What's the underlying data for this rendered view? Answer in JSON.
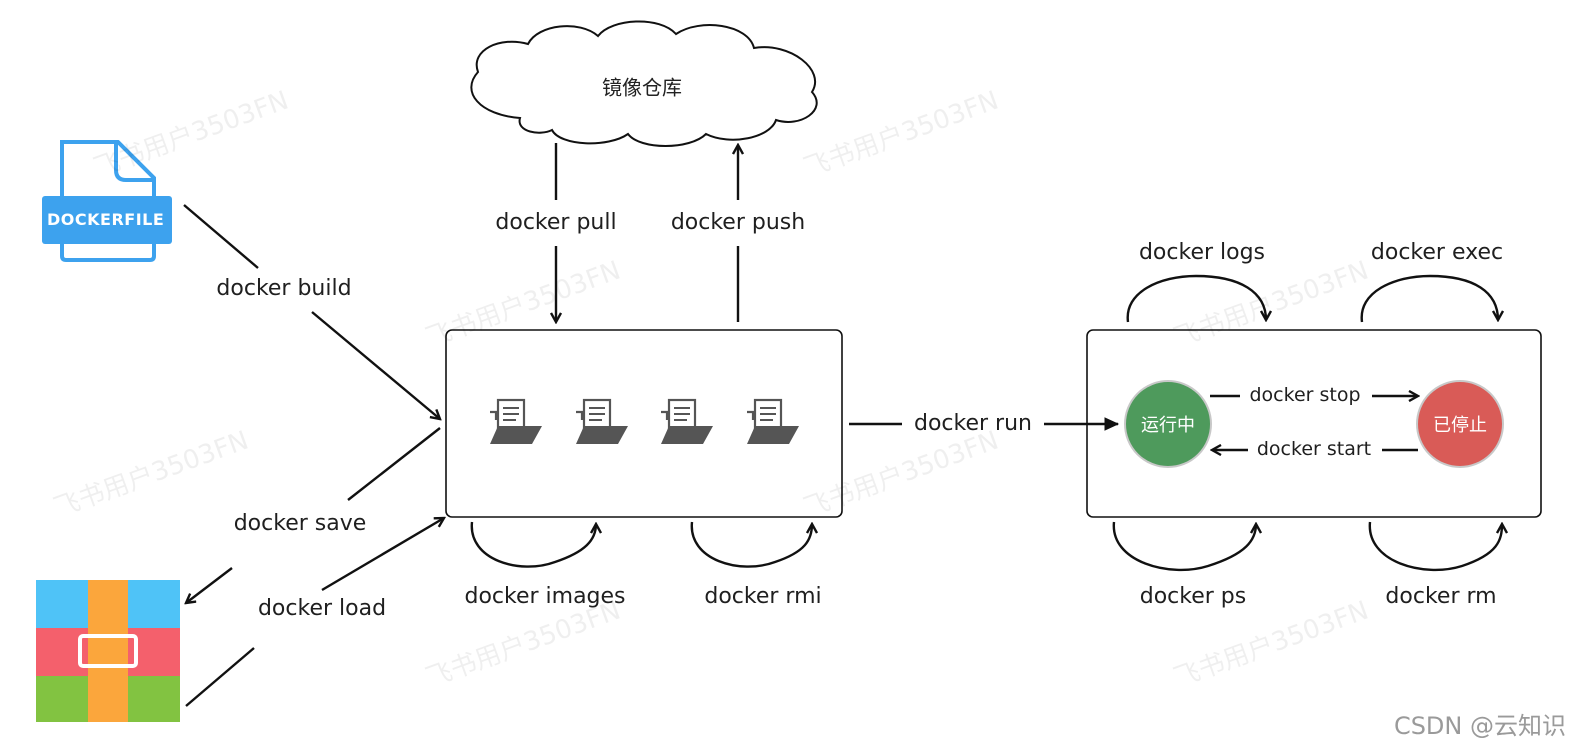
{
  "cloud": {
    "label": "镜像仓库"
  },
  "files": {
    "dockerfile_label": "DOCKERFILE"
  },
  "commands": {
    "build": "docker build",
    "pull": "docker pull",
    "push": "docker push",
    "save": "docker save",
    "load": "docker load",
    "images": "docker images",
    "rmi": "docker rmi",
    "run": "docker run",
    "logs": "docker logs",
    "exec": "docker exec",
    "ps": "docker ps",
    "rm": "docker rm",
    "stop": "docker stop",
    "start": "docker start"
  },
  "states": {
    "running": "运行中",
    "stopped": "已停止"
  },
  "colors": {
    "running": "#4e9a5c",
    "stopped": "#d95b57",
    "dockerfile": "#3da2ee",
    "archive_blue": "#4fc3f7",
    "archive_red": "#f4606c",
    "archive_green": "#82c341",
    "archive_band": "#fba63c"
  },
  "watermark": {
    "text": "飞书用户3503FN"
  },
  "credit": "CSDN @云知识"
}
